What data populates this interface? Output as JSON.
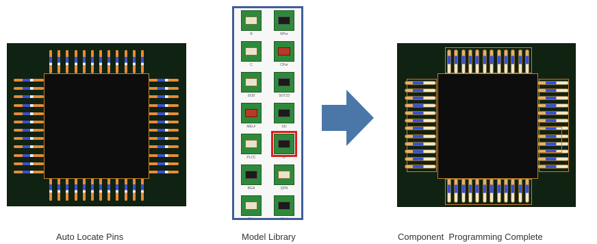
{
  "captions": {
    "left": "Auto Locate Pins",
    "middle": "Model Library",
    "right": "Component  Programming Complete"
  },
  "library": {
    "items": [
      {
        "label": "R",
        "icon": "chip-resistor-icon",
        "style": "light"
      },
      {
        "label": "RPer",
        "icon": "resistor-network-icon",
        "style": "dark"
      },
      {
        "label": "C",
        "icon": "chip-capacitor-icon",
        "style": "light"
      },
      {
        "label": "CPer",
        "icon": "capacitor-array-icon",
        "style": "red"
      },
      {
        "label": "SOD",
        "icon": "sod-diode-icon",
        "style": "light"
      },
      {
        "label": "SOT23",
        "icon": "sot23-icon",
        "style": "dark"
      },
      {
        "label": "MELF",
        "icon": "melf-icon",
        "style": "red"
      },
      {
        "label": "SO",
        "icon": "so-package-icon",
        "style": "dark"
      },
      {
        "label": "PLCC",
        "icon": "plcc-icon",
        "style": "light"
      },
      {
        "label": "IC",
        "icon": "ic-icon",
        "style": "dark"
      },
      {
        "label": "BGA",
        "icon": "bga-icon",
        "style": "dark"
      },
      {
        "label": "QFN",
        "icon": "qfn-icon",
        "style": "light"
      },
      {
        "label": "Cob",
        "icon": "crystal-icon",
        "style": "light"
      },
      {
        "label": "Wrpl",
        "icon": "module-icon",
        "style": "dark"
      },
      {
        "label": "",
        "icon": "connector-icon",
        "style": "light"
      },
      {
        "label": "",
        "icon": "blank-tile-icon",
        "style": "light"
      }
    ],
    "selected_index": 9
  },
  "colors": {
    "board": "#102312",
    "library_border": "#3f5e99",
    "selection": "#e01c1c",
    "arrow": "#4a77a8"
  }
}
